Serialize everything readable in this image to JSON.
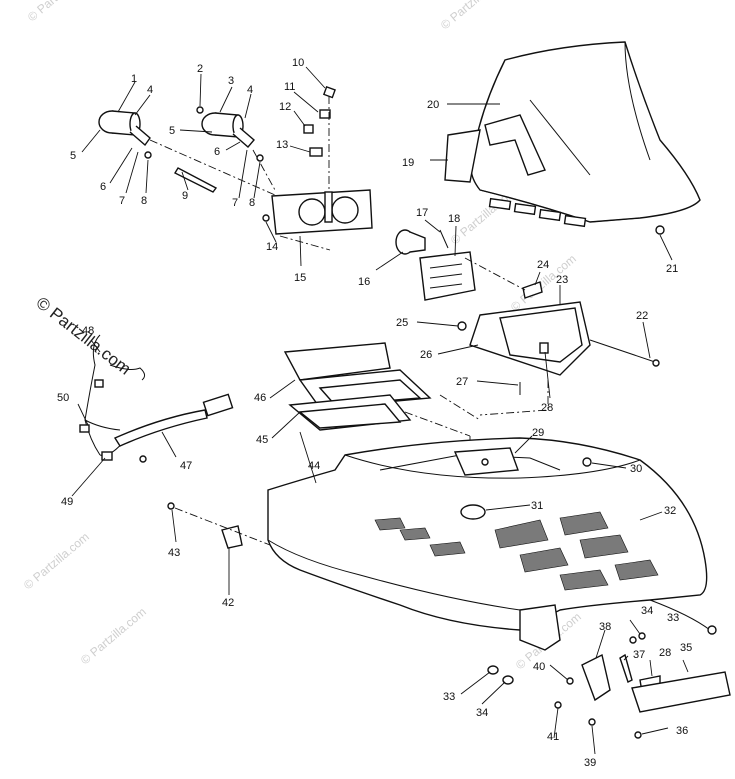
{
  "watermark": {
    "text": "© Partzilla.com",
    "prominent_text": "© Partzilla.com"
  },
  "callouts": [
    {
      "label": "1"
    },
    {
      "label": "2"
    },
    {
      "label": "3"
    },
    {
      "label": "4"
    },
    {
      "label": "4"
    },
    {
      "label": "5"
    },
    {
      "label": "5"
    },
    {
      "label": "6"
    },
    {
      "label": "6"
    },
    {
      "label": "7"
    },
    {
      "label": "7"
    },
    {
      "label": "8"
    },
    {
      "label": "8"
    },
    {
      "label": "9"
    },
    {
      "label": "10"
    },
    {
      "label": "11"
    },
    {
      "label": "12"
    },
    {
      "label": "13"
    },
    {
      "label": "14"
    },
    {
      "label": "15"
    },
    {
      "label": "16"
    },
    {
      "label": "17"
    },
    {
      "label": "18"
    },
    {
      "label": "19"
    },
    {
      "label": "20"
    },
    {
      "label": "21"
    },
    {
      "label": "22"
    },
    {
      "label": "23"
    },
    {
      "label": "24"
    },
    {
      "label": "25"
    },
    {
      "label": "26"
    },
    {
      "label": "27"
    },
    {
      "label": "28"
    },
    {
      "label": "28"
    },
    {
      "label": "29"
    },
    {
      "label": "30"
    },
    {
      "label": "31"
    },
    {
      "label": "32"
    },
    {
      "label": "33"
    },
    {
      "label": "33"
    },
    {
      "label": "34"
    },
    {
      "label": "34"
    },
    {
      "label": "35"
    },
    {
      "label": "36"
    },
    {
      "label": "37"
    },
    {
      "label": "38"
    },
    {
      "label": "39"
    },
    {
      "label": "40"
    },
    {
      "label": "41"
    },
    {
      "label": "42"
    },
    {
      "label": "43"
    },
    {
      "label": "44"
    },
    {
      "label": "45"
    },
    {
      "label": "46"
    },
    {
      "label": "47"
    },
    {
      "label": "48"
    },
    {
      "label": "49"
    },
    {
      "label": "50"
    }
  ]
}
